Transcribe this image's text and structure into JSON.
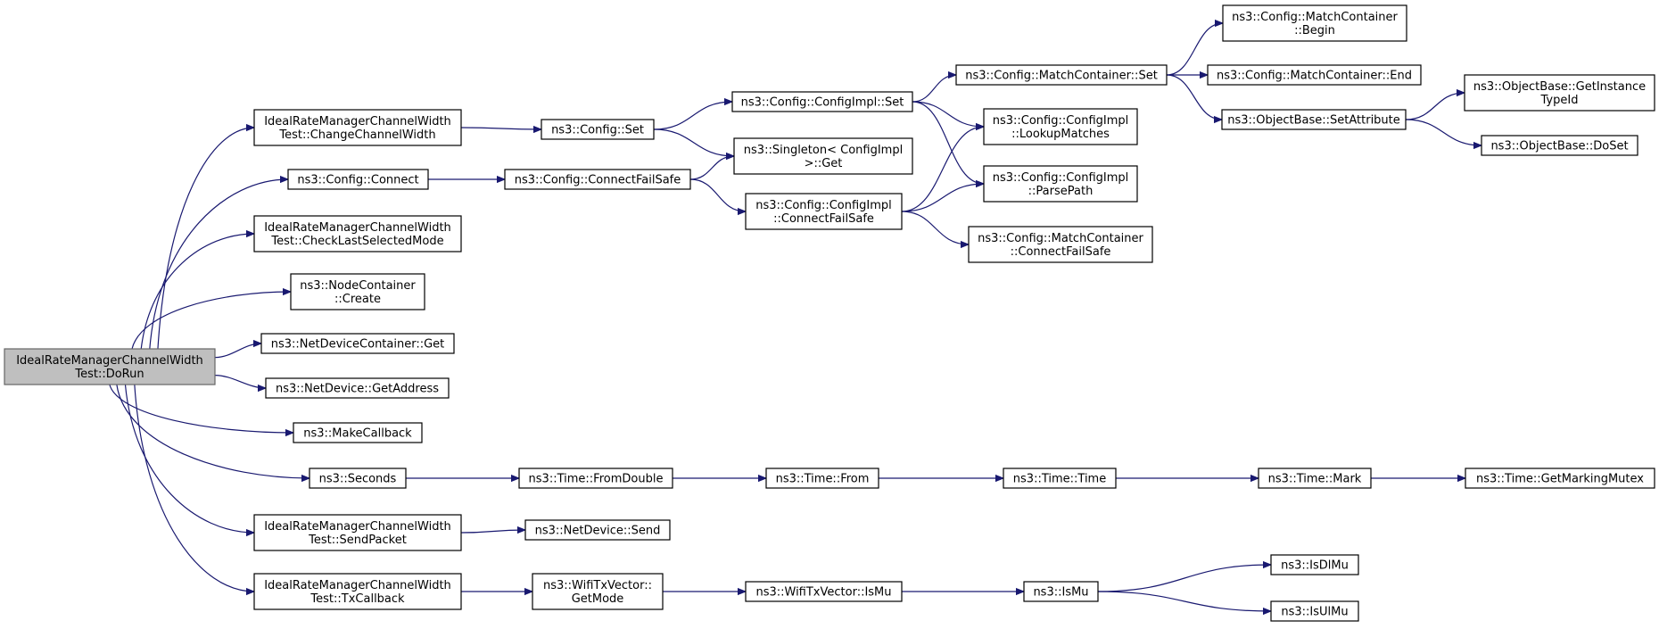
{
  "graph": {
    "nodes": {
      "doRun": [
        "IdealRateManagerChannelWidth",
        "Test::DoRun"
      ],
      "changeChannelWidth": [
        "IdealRateManagerChannelWidth",
        "Test::ChangeChannelWidth"
      ],
      "configConnect": [
        "ns3::Config::Connect"
      ],
      "checkLastSelectedMode": [
        "IdealRateManagerChannelWidth",
        "Test::CheckLastSelectedMode"
      ],
      "nodeContainerCreate": [
        "ns3::NodeContainer",
        "::Create"
      ],
      "netDeviceContainerGet": [
        "ns3::NetDeviceContainer::Get"
      ],
      "netDeviceGetAddress": [
        "ns3::NetDevice::GetAddress"
      ],
      "makeCallback": [
        "ns3::MakeCallback"
      ],
      "seconds": [
        "ns3::Seconds"
      ],
      "sendPacket": [
        "IdealRateManagerChannelWidth",
        "Test::SendPacket"
      ],
      "txCallback": [
        "IdealRateManagerChannelWidth",
        "Test::TxCallback"
      ],
      "configSet": [
        "ns3::Config::Set"
      ],
      "configConnectFailSafe": [
        "ns3::Config::ConnectFailSafe"
      ],
      "timeFromDouble": [
        "ns3::Time::FromDouble"
      ],
      "netDeviceSend": [
        "ns3::NetDevice::Send"
      ],
      "wifiTxVectorGetMode": [
        "ns3::WifiTxVector::",
        "GetMode"
      ],
      "configImplSet": [
        "ns3::Config::ConfigImpl::Set"
      ],
      "singletonGet": [
        "ns3::Singleton< ConfigImpl",
        ">::Get"
      ],
      "configImplConnectFailSafe": [
        "ns3::Config::ConfigImpl",
        "::ConnectFailSafe"
      ],
      "timeFrom": [
        "ns3::Time::From"
      ],
      "wifiTxVectorIsMu": [
        "ns3::WifiTxVector::IsMu"
      ],
      "matchContainerSet": [
        "ns3::Config::MatchContainer::Set"
      ],
      "lookupMatches": [
        "ns3::Config::ConfigImpl",
        "::LookupMatches"
      ],
      "parsePath": [
        "ns3::Config::ConfigImpl",
        "::ParsePath"
      ],
      "matchContainerConnectFailSafe": [
        "ns3::Config::MatchContainer",
        "::ConnectFailSafe"
      ],
      "timeTime": [
        "ns3::Time::Time"
      ],
      "isMu": [
        "ns3::IsMu"
      ],
      "matchContainerBegin": [
        "ns3::Config::MatchContainer",
        "::Begin"
      ],
      "matchContainerEnd": [
        "ns3::Config::MatchContainer::End"
      ],
      "setAttribute": [
        "ns3::ObjectBase::SetAttribute"
      ],
      "timeMark": [
        "ns3::Time::Mark"
      ],
      "isDlMu": [
        "ns3::IsDlMu"
      ],
      "isUlMu": [
        "ns3::IsUlMu"
      ],
      "getInstanceTypeId": [
        "ns3::ObjectBase::GetInstance",
        "TypeId"
      ],
      "doSet": [
        "ns3::ObjectBase::DoSet"
      ],
      "getMarkingMutex": [
        "ns3::Time::GetMarkingMutex"
      ]
    },
    "root": "doRun",
    "edges": [
      [
        "doRun",
        "changeChannelWidth"
      ],
      [
        "doRun",
        "configConnect"
      ],
      [
        "doRun",
        "checkLastSelectedMode"
      ],
      [
        "doRun",
        "nodeContainerCreate"
      ],
      [
        "doRun",
        "netDeviceContainerGet"
      ],
      [
        "doRun",
        "netDeviceGetAddress"
      ],
      [
        "doRun",
        "makeCallback"
      ],
      [
        "doRun",
        "seconds"
      ],
      [
        "doRun",
        "sendPacket"
      ],
      [
        "doRun",
        "txCallback"
      ],
      [
        "changeChannelWidth",
        "configSet"
      ],
      [
        "configConnect",
        "configConnectFailSafe"
      ],
      [
        "configSet",
        "configImplSet"
      ],
      [
        "configSet",
        "singletonGet"
      ],
      [
        "configConnectFailSafe",
        "singletonGet"
      ],
      [
        "configConnectFailSafe",
        "configImplConnectFailSafe"
      ],
      [
        "configImplSet",
        "matchContainerSet"
      ],
      [
        "configImplSet",
        "lookupMatches"
      ],
      [
        "configImplSet",
        "parsePath"
      ],
      [
        "configImplConnectFailSafe",
        "lookupMatches"
      ],
      [
        "configImplConnectFailSafe",
        "parsePath"
      ],
      [
        "configImplConnectFailSafe",
        "matchContainerConnectFailSafe"
      ],
      [
        "matchContainerSet",
        "matchContainerBegin"
      ],
      [
        "matchContainerSet",
        "matchContainerEnd"
      ],
      [
        "matchContainerSet",
        "setAttribute"
      ],
      [
        "setAttribute",
        "getInstanceTypeId"
      ],
      [
        "setAttribute",
        "doSet"
      ],
      [
        "seconds",
        "timeFromDouble"
      ],
      [
        "timeFromDouble",
        "timeFrom"
      ],
      [
        "timeFrom",
        "timeTime"
      ],
      [
        "timeTime",
        "timeMark"
      ],
      [
        "timeMark",
        "getMarkingMutex"
      ],
      [
        "sendPacket",
        "netDeviceSend"
      ],
      [
        "txCallback",
        "wifiTxVectorGetMode"
      ],
      [
        "wifiTxVectorGetMode",
        "wifiTxVectorIsMu"
      ],
      [
        "wifiTxVectorIsMu",
        "isMu"
      ],
      [
        "isMu",
        "isDlMu"
      ],
      [
        "isMu",
        "isUlMu"
      ]
    ]
  }
}
